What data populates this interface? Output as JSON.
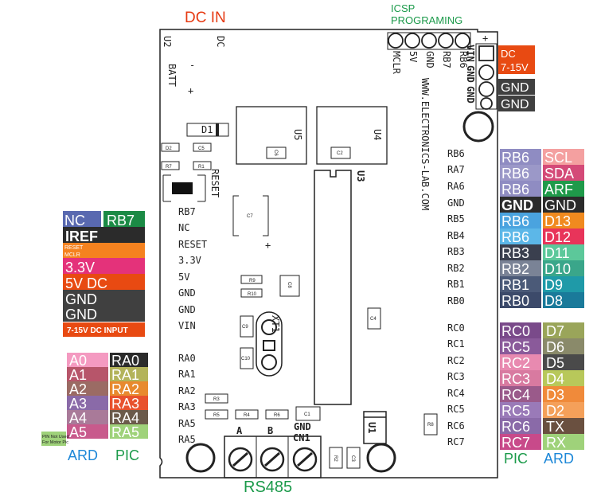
{
  "titles": {
    "dc_in": "DC IN",
    "icsp_line1": "ICSP",
    "icsp_line2": "PROGRAMING",
    "rs485": "RS485",
    "pic_bottom_right": "PIC",
    "ard_bottom_right": "ARD",
    "ard_bottom_left": "ARD",
    "pic_bottom_left": "PIC"
  },
  "colors": {
    "title_red": "#e63a12",
    "title_green": "#1b9a4a",
    "title_blue": "#1e88d8",
    "silk": "#222222"
  },
  "board": {
    "u2": "U2",
    "batt": "BATT",
    "dc": "DC",
    "minus": "-",
    "plus": "+",
    "u3": "U3",
    "u5": "U5",
    "u4": "U4",
    "u1": "U1",
    "website": "WWW.ELECTRONICS-LAB.COM",
    "reset_label": "RESET",
    "xt1": "XT1",
    "term_a": "A",
    "term_b": "B",
    "term_gnd": "GND",
    "cn1": "CN1",
    "icsp_pins": [
      "MCLR",
      "5V",
      "GND",
      "RB7",
      "RB6"
    ],
    "power_pins": [
      "VIN",
      "GND",
      "GND"
    ],
    "c7_plus": "+",
    "plus_top": "+",
    "parts": [
      "D1",
      "D2",
      "C5",
      "R7",
      "R1",
      "C6",
      "C2",
      "C7",
      "R9",
      "R10",
      "C8",
      "C9",
      "C10",
      "C4",
      "R3",
      "R5",
      "R4",
      "R6",
      "C1",
      "R8",
      "R2",
      "C3"
    ]
  },
  "left_header_pins": [
    "RB7",
    "NC",
    "RESET",
    "3.3V",
    "5V",
    "GND",
    "GND",
    "VIN"
  ],
  "left_analog_pins": [
    "RA0",
    "RA1",
    "RA2",
    "RA3",
    "RA5",
    "RA5"
  ],
  "right_header_pins": [
    "RB6",
    "RA7",
    "RA6",
    "GND",
    "RB5",
    "RB4",
    "RB3",
    "RB2",
    "RB1",
    "RB0"
  ],
  "right_digital_pins": [
    "RC0",
    "RC1",
    "RC2",
    "RC3",
    "RC4",
    "RC5",
    "RC6",
    "RC7"
  ],
  "left_power_labels": {
    "nc": "NC",
    "rb7": "RB7",
    "iref": "IREF",
    "reset": "RESET",
    "mclr": "MCLR",
    "v33": "3.3V",
    "v5dc": "5V DC",
    "gnd1": "GND",
    "gnd2": "GND",
    "input": "7-15V DC INPUT"
  },
  "top_right_power": {
    "dc": "DC",
    "range": "7-15V",
    "gnd1": "GND",
    "gnd2": "GND"
  },
  "right_upper_labels": {
    "pic": [
      "RB6",
      "RB6",
      "RB6",
      "GND",
      "RB6",
      "RB6",
      "RB3",
      "RB2",
      "RB1",
      "RB0"
    ],
    "ard": [
      "SCL",
      "SDA",
      "ARF",
      "GND",
      "D13",
      "D12",
      "D11",
      "D10",
      "D9",
      "D8"
    ]
  },
  "right_lower_labels": {
    "pic": [
      "RC0",
      "RC5",
      "RC2",
      "RC3",
      "RC4",
      "RC5",
      "RC6",
      "RC7"
    ],
    "ard": [
      "D7",
      "D6",
      "D5",
      "D4",
      "D3",
      "D2",
      "TX",
      "RX"
    ]
  },
  "left_lower_labels": {
    "ard": [
      "A0",
      "A1",
      "A2",
      "A3",
      "A4",
      "A5"
    ],
    "pic": [
      "RA0",
      "RA1",
      "RA2",
      "RA3",
      "RA4",
      "RA5"
    ],
    "note_line1": "PIN Not Used",
    "note_line2": "For Motor Pic"
  }
}
